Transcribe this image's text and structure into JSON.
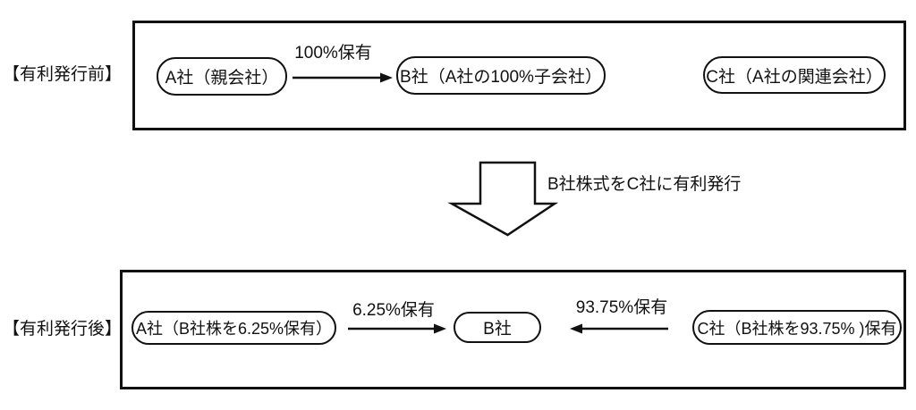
{
  "colors": {
    "stroke": "#111111",
    "background": "#ffffff",
    "text": "#111111"
  },
  "before": {
    "section_label": "【有利発行前】",
    "node_a": "A社（親会社）",
    "node_b": "B社（A社の100%子会社）",
    "node_c": "C社（A社の関連会社）",
    "arrow_ab_label": "100%保有"
  },
  "transition": {
    "label": "B社株式をC社に有利発行"
  },
  "after": {
    "section_label": "【有利発行後】",
    "node_a": "A社（B社株を6.25%保有）",
    "node_b": "B社",
    "node_c": "C社（B社株を93.75% )保有",
    "arrow_ab_label": "6.25%保有",
    "arrow_cb_label": "93.75%保有"
  },
  "icons": {
    "ownership_arrow_right": "right-arrow",
    "ownership_arrow_left": "left-arrow",
    "transition_arrow": "down-block-arrow"
  }
}
